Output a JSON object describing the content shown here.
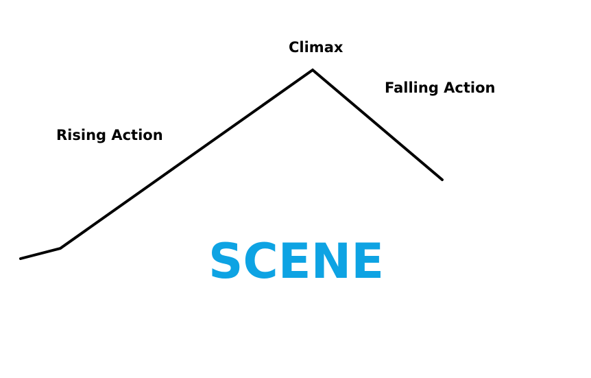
{
  "labels": {
    "climax": "Climax",
    "falling_action": "Falling Action",
    "rising_action": "Rising Action"
  },
  "title": "SCENE",
  "colors": {
    "line": "#000000",
    "title": "#0ea3e3",
    "background": "#ffffff"
  }
}
